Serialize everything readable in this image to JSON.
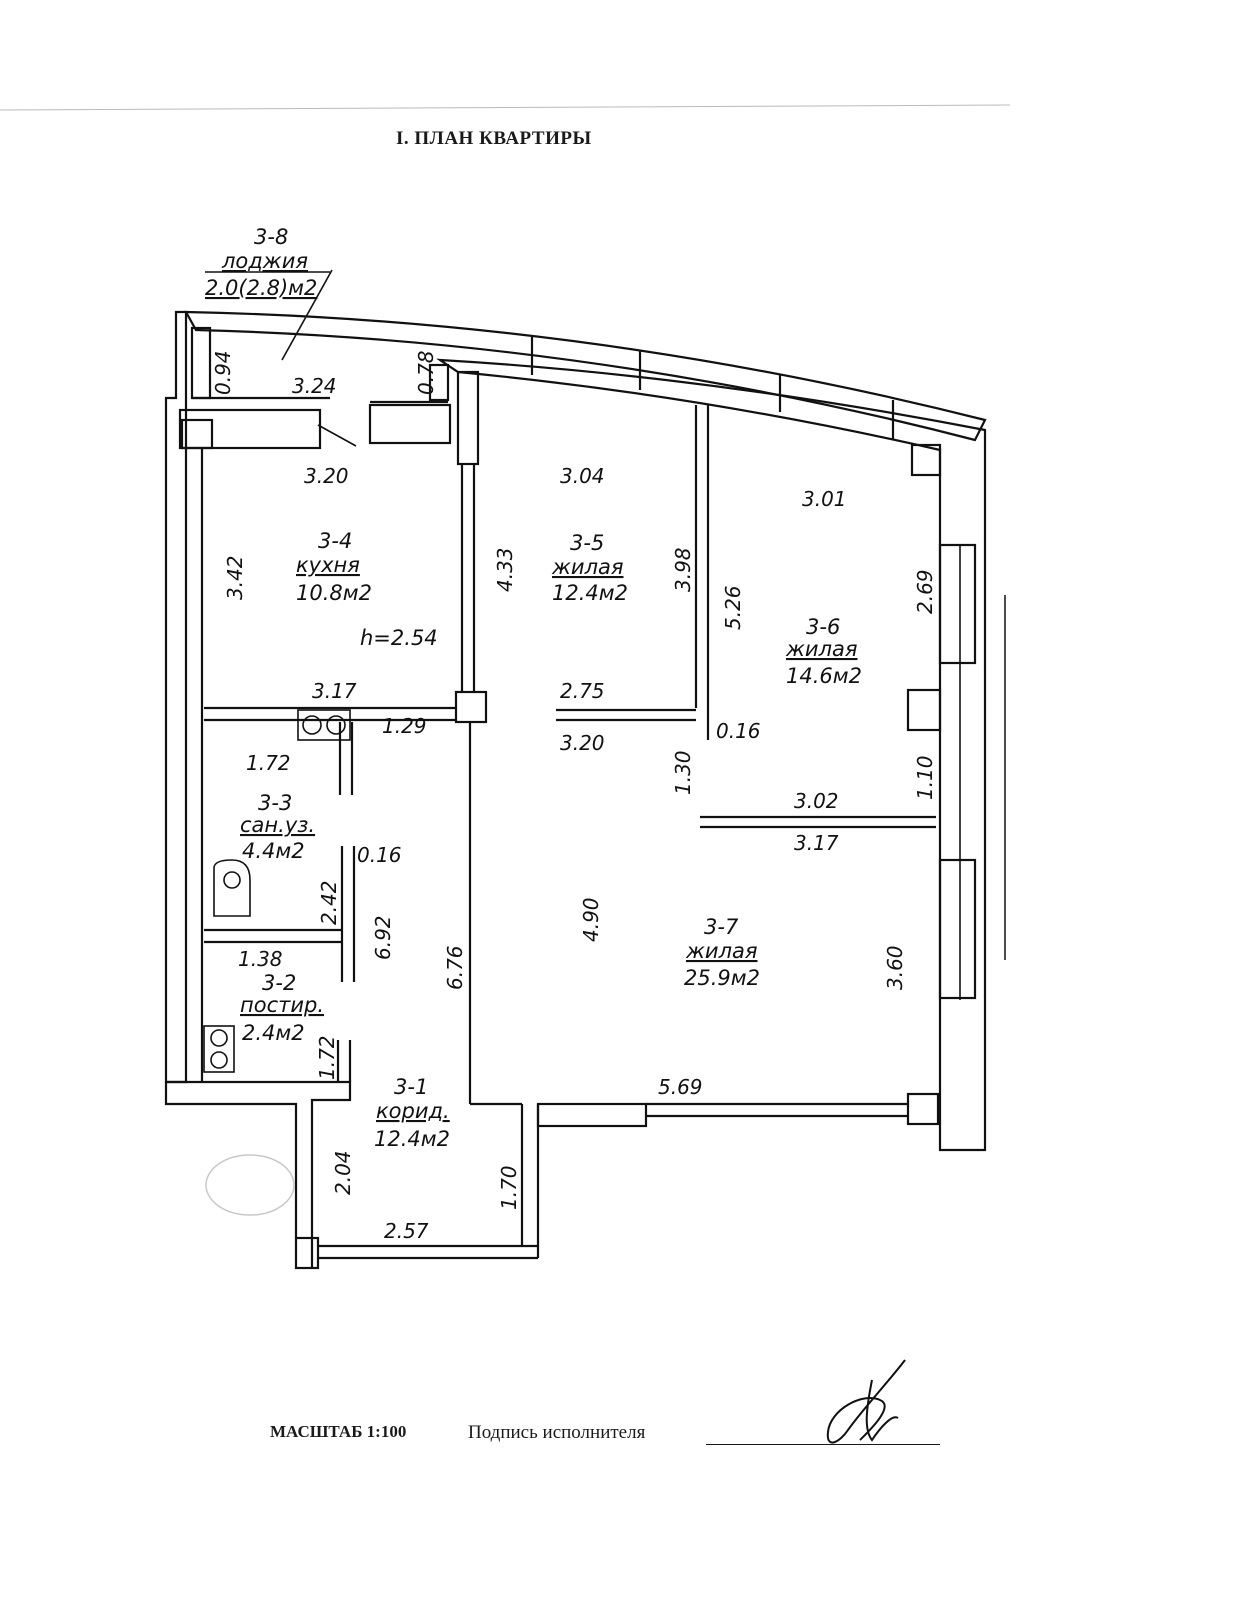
{
  "title": "I. ПЛАН КВАРТИРЫ",
  "footer": {
    "scale": "МАСШТАБ 1:100",
    "signature_label": "Подпись исполнителя"
  },
  "rooms": [
    {
      "id": "3-8",
      "name": "лоджия",
      "area": "2.0(2.8)м2"
    },
    {
      "id": "3-4",
      "name": "кухня",
      "area": "10.8м2",
      "note": "h=2.54"
    },
    {
      "id": "3-5",
      "name": "жилая",
      "area": "12.4м2"
    },
    {
      "id": "3-6",
      "name": "жилая",
      "area": "14.6м2"
    },
    {
      "id": "3-3",
      "name": "сан.уз.",
      "area": "4.4м2"
    },
    {
      "id": "3-2",
      "name": "постир.",
      "area": "2.4м2"
    },
    {
      "id": "3-7",
      "name": "жилая",
      "area": "25.9м2"
    },
    {
      "id": "3-1",
      "name": "корид.",
      "area": "12.4м2"
    }
  ],
  "dimensions": [
    "0.94",
    "3.24",
    "0.78",
    "3.20",
    "3.42",
    "4.33",
    "3.04",
    "3.98",
    "5.26",
    "3.01",
    "2.69",
    "3.17",
    "1.29",
    "2.75",
    "3.20",
    "0.16",
    "1.72",
    "1.30",
    "3.02",
    "1.10",
    "3.17",
    "0.16",
    "2.42",
    "6.92",
    "6.76",
    "4.90",
    "3.60",
    "1.38",
    "1.72",
    "5.69",
    "2.04",
    "1.70",
    "2.57"
  ]
}
